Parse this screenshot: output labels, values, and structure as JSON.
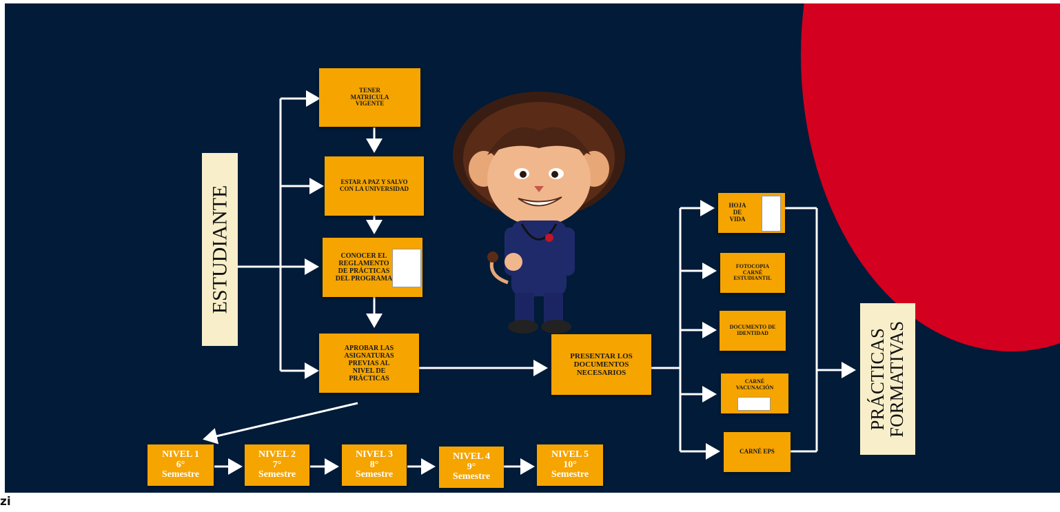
{
  "diagram": {
    "left_label": "ESTUDIANTE",
    "right_label_line1": "PRÁCTICAS",
    "right_label_line2": "FORMATIVAS",
    "steps": [
      "TENER MATRICULA VIGENTE",
      "ESTAR A PAZ Y SALVO CON LA UNIVERSIDAD",
      "CONOCER EL REGLAMENTO DE PRÁCTICAS DEL PROGRAMA",
      "APROBAR LAS ASIGNATURAS PREVIAS AL NIVEL DE PRÁCTICAS"
    ],
    "present": "PRESENTAR LOS DOCUMENTOS NECESARIOS",
    "documents": [
      "HOJA DE VIDA",
      "FOTOCOPIA CARNÉ ESTUDIANTIL",
      "DOCUMENTO DE IDENTIDAD",
      "CARNÉ VACUNACIÓN",
      "CARNÉ EPS"
    ],
    "levels": [
      {
        "nivel": "NIVEL 1",
        "grado": "6°",
        "semestre": "Semestre"
      },
      {
        "nivel": "NIVEL 2",
        "grado": "7°",
        "semestre": "Semestre"
      },
      {
        "nivel": "NIVEL 3",
        "grado": "8°",
        "semestre": "Semestre"
      },
      {
        "nivel": "NIVEL 4",
        "grado": "9°",
        "semestre": "Semestre"
      },
      {
        "nivel": "NIVEL 5",
        "grado": "10°",
        "semestre": "Semestre"
      }
    ]
  },
  "footer": {
    "logo_text": "zi"
  },
  "colors": {
    "background": "#011b38",
    "box": "#f5a400",
    "accent_red": "#d3001f",
    "label_bg": "#f8efca"
  }
}
